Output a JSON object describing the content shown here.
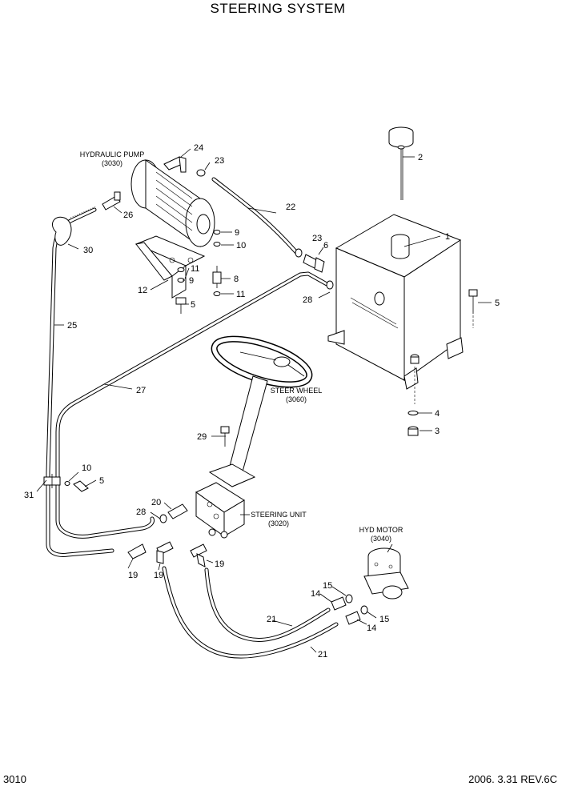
{
  "header": {
    "title": "STEERING SYSTEM"
  },
  "footer": {
    "page_number": "3010",
    "revision": "2006. 3.31  REV.6C"
  },
  "components": {
    "hydraulic_pump": {
      "name": "HYDRAULIC PUMP",
      "ref": "(3030)"
    },
    "steer_wheel": {
      "name": "STEER WHEEL",
      "ref": "(3060)"
    },
    "steering_unit": {
      "name": "STEERING UNIT",
      "ref": "(3020)"
    },
    "hyd_motor": {
      "name": "HYD MOTOR",
      "ref": "(3040)"
    }
  },
  "callouts": {
    "c1": "1",
    "c2": "2",
    "c3": "3",
    "c4": "4",
    "c5a": "5",
    "c5b": "5",
    "c5c": "5",
    "c6": "6",
    "c8": "8",
    "c9a": "9",
    "c9b": "9",
    "c10a": "10",
    "c10b": "10",
    "c11a": "11",
    "c11b": "11",
    "c12": "12",
    "c14a": "14",
    "c14b": "14",
    "c15a": "15",
    "c15b": "15",
    "c19a": "19",
    "c19b": "19",
    "c19c": "19",
    "c20": "20",
    "c21a": "21",
    "c21b": "21",
    "c22": "22",
    "c23a": "23",
    "c23b": "23",
    "c24": "24",
    "c25": "25",
    "c26": "26",
    "c27": "27",
    "c28a": "28",
    "c28b": "28",
    "c29": "29",
    "c30": "30",
    "c31": "31"
  }
}
